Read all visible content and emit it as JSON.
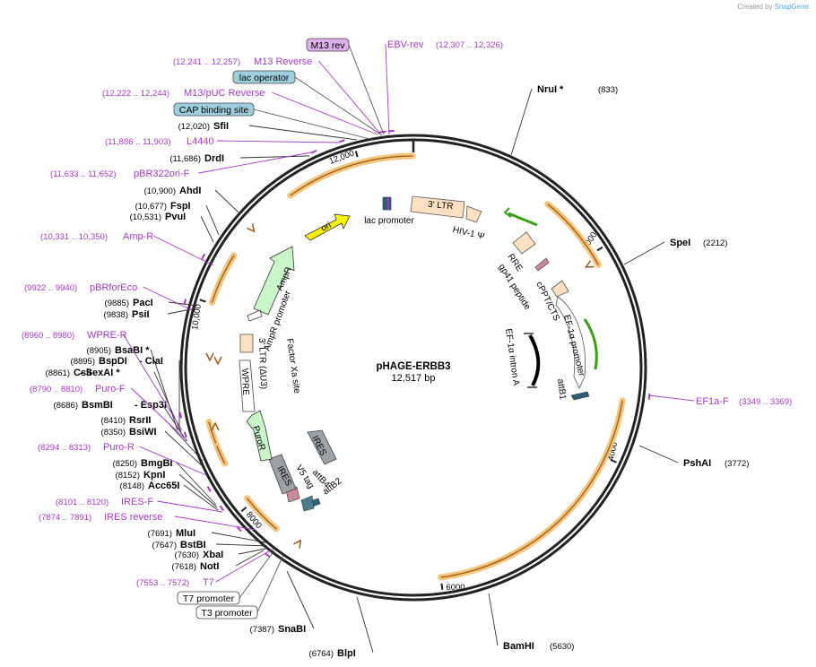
{
  "title": "pHAGE-ERBB3",
  "size_label": "12,517 bp",
  "credit": {
    "prefix": "Created by",
    "brand": "SnapGene"
  },
  "ticks": [
    "2000",
    "4000",
    "6000",
    "8000",
    "10,000",
    "12,000"
  ],
  "enzymes": [
    {
      "name": "NruI",
      "star": "*",
      "pos": "(833)"
    },
    {
      "name": "SpeI",
      "pos": "(2212)"
    },
    {
      "name": "PshAI",
      "pos": "(3772)"
    },
    {
      "name": "BamHI",
      "pos": "(5630)"
    },
    {
      "name": "BlpI",
      "pos": "(6764)"
    },
    {
      "name": "SnaBI",
      "pos": "(7387)"
    },
    {
      "name": "NotI",
      "pos": "(7618)"
    },
    {
      "name": "XbaI",
      "pos": "(7630)"
    },
    {
      "name": "BstBI",
      "pos": "(7647)"
    },
    {
      "name": "MluI",
      "pos": "(7691)"
    },
    {
      "name": "Acc65I",
      "pos": "(8148)"
    },
    {
      "name": "KpnI",
      "pos": "(8152)"
    },
    {
      "name": "BmgBI",
      "pos": "(8250)"
    },
    {
      "name": "BsiWI",
      "pos": "(8350)"
    },
    {
      "name": "RsrII",
      "pos": "(8410)"
    },
    {
      "name": "BsmBI",
      "extra": "- Esp3I",
      "pos": "(8686)"
    },
    {
      "name": "CsiI",
      "extra": "- SexAI *",
      "pos": "(8861)"
    },
    {
      "name": "BspDI",
      "extra": "- ClaI",
      "pos": "(8895)"
    },
    {
      "name": "BsaBI",
      "star": "*",
      "pos": "(8905)"
    },
    {
      "name": "PsiI",
      "pos": "(9838)"
    },
    {
      "name": "PacI",
      "pos": "(9885)"
    },
    {
      "name": "PvuI",
      "pos": "(10,531)"
    },
    {
      "name": "FspI",
      "pos": "(10,677)"
    },
    {
      "name": "AhdI",
      "pos": "(10,900)"
    },
    {
      "name": "DrdI",
      "pos": "(11,686)"
    },
    {
      "name": "SfiI",
      "pos": "(12,020)"
    }
  ],
  "primers": [
    {
      "name": "EF1a-F",
      "range": "(3349 .. 3369)"
    },
    {
      "name": "T7",
      "range": "(7553 .. 7572)"
    },
    {
      "name": "IRES reverse",
      "range": "(7874 .. 7891)"
    },
    {
      "name": "IRES-F",
      "range": "(8101 .. 8120)"
    },
    {
      "name": "Puro-R",
      "range": "(8294 .. 8313)"
    },
    {
      "name": "Puro-F",
      "range": "(8790 .. 8810)"
    },
    {
      "name": "WPRE-R",
      "range": "(8960 .. 8980)"
    },
    {
      "name": "pBRforEco",
      "range": "(9922 .. 9940)"
    },
    {
      "name": "Amp-R",
      "range": "(10,331 .. 10,350)"
    },
    {
      "name": "pBR322ori-F",
      "range": "(11,633 .. 11,652)"
    },
    {
      "name": "L4440",
      "range": "(11,886 .. 11,903)"
    },
    {
      "name": "M13/pUC Reverse",
      "range": "(12,222 .. 12,244)"
    },
    {
      "name": "M13 Reverse",
      "range": "(12,241 .. 12,257)"
    },
    {
      "name": "EBV-rev",
      "range": "(12,307 .. 12,326)"
    }
  ],
  "boxed_labels": [
    {
      "name": "M13 rev"
    },
    {
      "name": "lac operator"
    },
    {
      "name": "CAP binding site"
    },
    {
      "name": "T7 promoter"
    },
    {
      "name": "T3 promoter"
    }
  ],
  "features": [
    {
      "name": "ori"
    },
    {
      "name": "AmpR"
    },
    {
      "name": "AmpR promoter"
    },
    {
      "name": "lac promoter"
    },
    {
      "name": "3' LTR"
    },
    {
      "name": "HIV-1 Ψ"
    },
    {
      "name": "RRE"
    },
    {
      "name": "gp41 peptide"
    },
    {
      "name": "cPPT/CTS"
    },
    {
      "name": "EF-1α promoter"
    },
    {
      "name": "EF-1α intron A"
    },
    {
      "name": "attB1"
    },
    {
      "name": "IRES"
    },
    {
      "name": "attB4"
    },
    {
      "name": "attB2"
    },
    {
      "name": "V5 tag"
    },
    {
      "name": "PuroR"
    },
    {
      "name": "WPRE"
    },
    {
      "name": "3' LTR (ΔU3)"
    },
    {
      "name": "Factor Xa site"
    }
  ],
  "colors": {
    "enzyme_text": "#000000",
    "primer_text": "#a23bc6",
    "ring": "#222222",
    "orf_glow": "#f3c47a",
    "orf_line": "#9a5a1c",
    "primer_line": "#a23bc6",
    "ori_fill": "#f6f200",
    "ampr_fill": "#c9f5c9",
    "ltr_fill": "#fde0c2",
    "ires_fill": "#9da1a4",
    "att_fill": "#2f5f78",
    "green_arrow": "#3a9d18",
    "m13_box": "#dcb0e8",
    "lac_box": "#9fcfdd"
  }
}
